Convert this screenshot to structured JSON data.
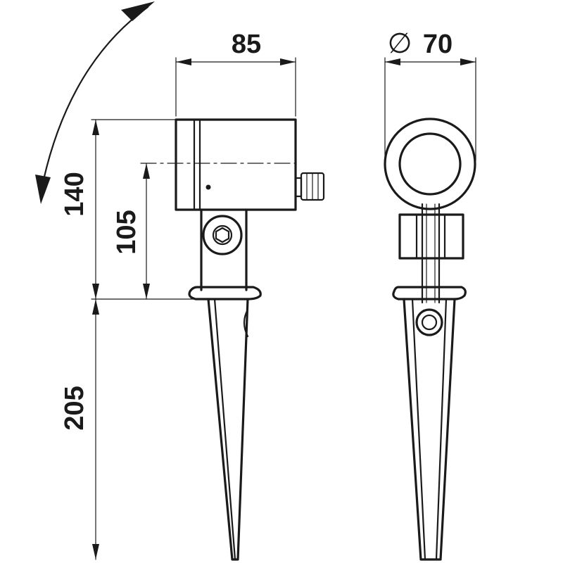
{
  "dimensions": {
    "width_label": "85",
    "diameter_symbol": "∅",
    "diameter_value": "70",
    "height_head_label": "140",
    "height_pivot_label": "105",
    "spike_length_label": "205"
  },
  "colors": {
    "line": "#1a1a1a",
    "background": "#ffffff"
  }
}
